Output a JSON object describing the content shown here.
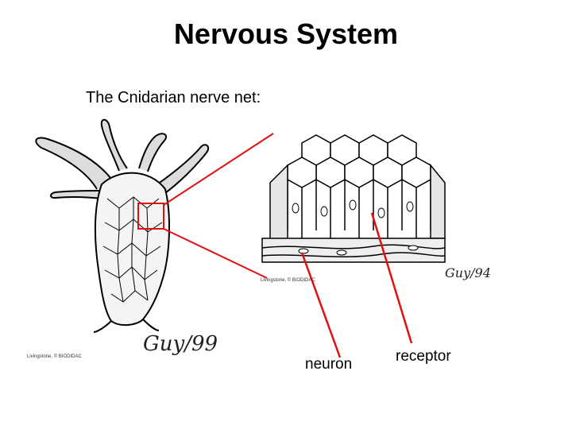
{
  "title": "Nervous System",
  "subtitle": "The Cnidarian nerve net:",
  "labels": {
    "neuron": "neuron",
    "receptor": "receptor"
  },
  "credits": {
    "left": "Livingstone, © BIODIDAC",
    "right": "Livingstone, © BIODIDAC"
  },
  "signatures": {
    "left": "Guy/99",
    "right": "Guy/94"
  },
  "colors": {
    "pointer_lines": "#e01010",
    "ink": "#000000"
  }
}
